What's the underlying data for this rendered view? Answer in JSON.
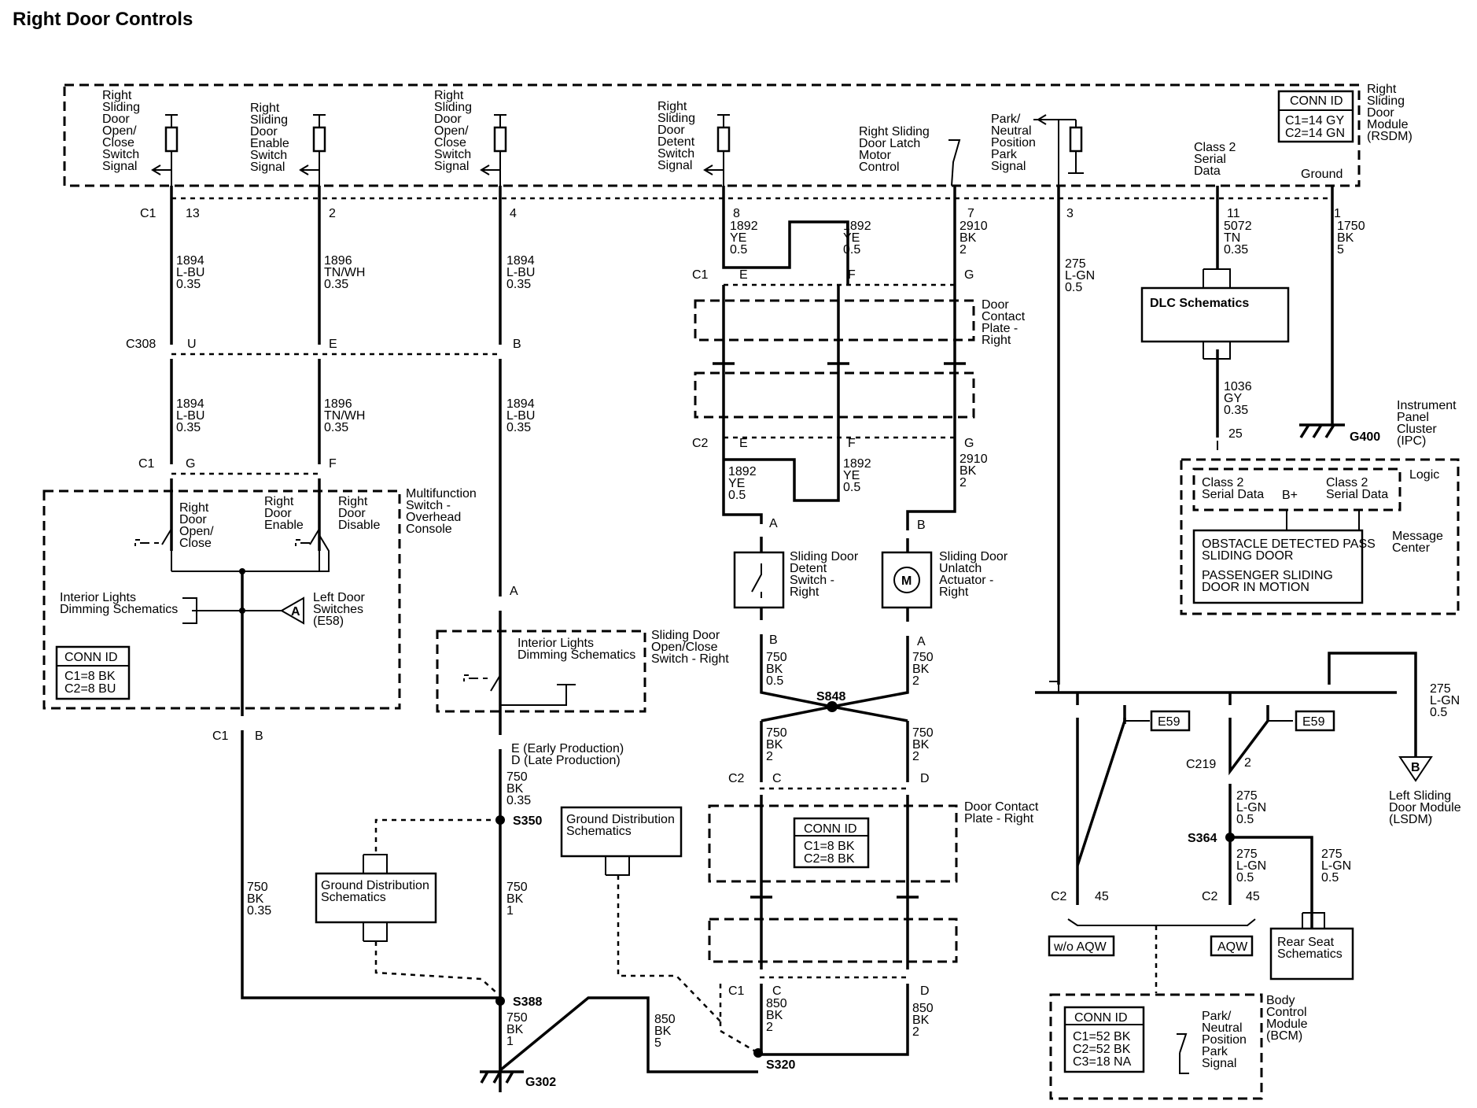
{
  "title": "Right Door Controls",
  "rsdm": {
    "module_name": "Right\nSliding\nDoor\nModule\n(RSDM)",
    "conn_id": {
      "header": "CONN ID",
      "lines": [
        "C1=14 GY",
        "C2=14 GN"
      ]
    },
    "signals": [
      {
        "label": "Right\nSliding\nDoor\nOpen/\nClose\nSwitch\nSignal",
        "pin": "13",
        "wire": "1894\nL-BU\n0.35"
      },
      {
        "label": "Right\nSliding\nDoor\nEnable\nSwitch\nSignal",
        "pin": "2",
        "wire": "1896\nTN/WH\n0.35"
      },
      {
        "label": "Right\nSliding\nDoor\nOpen/\nClose\nSwitch\nSignal",
        "pin": "4",
        "wire": "1894\nL-BU\n0.35"
      },
      {
        "label": "Right\nSliding\nDoor\nDetent\nSwitch\nSignal",
        "pin": "8",
        "wire": "1892\nYE\n0.5"
      },
      {
        "label": "Right Sliding\nDoor Latch\nMotor\nControl",
        "pin": "7",
        "wire": "2910\nBK\n2"
      },
      {
        "label": "Park/\nNeutral\nPosition\nPark\nSignal",
        "pin": "3",
        "wire": "275\nL-GN\n0.5"
      },
      {
        "label": "Class 2\nSerial\nData",
        "pin": "11",
        "wire": "5072\nTN\n0.35"
      },
      {
        "label": "Ground",
        "pin": "1",
        "wire": "1750\nBK\n5"
      }
    ],
    "c1": "C1"
  },
  "c308": {
    "name": "C308",
    "pins": [
      "U",
      "E",
      "B"
    ],
    "wires": [
      "1894\nL-BU\n0.35",
      "1896\nTN/WH\n0.35",
      "1894\nL-BU\n0.35"
    ]
  },
  "multifunction": {
    "name": "Multifunction\nSwitch -\nOverhead\nConsole",
    "c1": "C1",
    "pins": [
      "G",
      "F"
    ],
    "switches": [
      "Right\nDoor\nOpen/\nClose",
      "Right\nDoor\nEnable",
      "Right\nDoor\nDisable"
    ],
    "interior": "Interior Lights\nDimming Schematics",
    "left_door": "Left Door\nSwitches\n(E58)",
    "left_door_ref": "A",
    "conn_id": {
      "header": "CONN ID",
      "lines": [
        "C1=8 BK",
        "C2=8 BU"
      ]
    },
    "out_conn": "C1",
    "out_pin": "B",
    "out_wire": "750\nBK\n0.35"
  },
  "sliding_switch": {
    "name": "Sliding Door\nOpen/Close\nSwitch - Right",
    "interior": "Interior Lights\nDimming Schematics",
    "pin_a": "A",
    "pin_out": "E (Early Production)\nD (Late Production)",
    "out_wire": "750\nBK\n0.35"
  },
  "door_plate": {
    "name": "Door\nContact\nPlate -\nRight",
    "c1": "C1",
    "c2": "C2",
    "pins": [
      "E",
      "F",
      "G"
    ],
    "wires_top": [
      "1892\nYE\n0.5",
      "1892\nYE\n0.5",
      "2910\nBK\n2"
    ],
    "wires_bottom": [
      "1892\nYE\n0.5",
      "1892\nYE\n0.5",
      "2910\nBK\n2"
    ]
  },
  "detent_switch": {
    "name": "Sliding Door\nDetent\nSwitch -\nRight",
    "pin_top": "A",
    "pin_bottom": "B",
    "wire": "750\nBK\n0.5"
  },
  "actuator": {
    "name": "Sliding Door\nUnlatch\nActuator -\nRight",
    "pin_top": "B",
    "pin_bottom": "A",
    "wire": "750\nBK\n2",
    "symbol": "M"
  },
  "splice_s848": {
    "name": "S848",
    "wires": [
      "750\nBK\n2",
      "750\nBK\n2"
    ]
  },
  "door_plate2": {
    "name": "Door Contact\nPlate - Right",
    "c2": "C2",
    "c1": "C1",
    "pins_top": [
      "C",
      "D"
    ],
    "pins_bottom": [
      "C",
      "D"
    ],
    "conn_id": {
      "header": "CONN ID",
      "lines": [
        "C1=8 BK",
        "C2=8 BK"
      ]
    },
    "wires": [
      "850\nBK\n2",
      "850\nBK\n2"
    ]
  },
  "ground": {
    "s350": "S350",
    "s388": "S388",
    "s320": "S320",
    "g302": "G302",
    "dist_a": "Ground Distribution\nSchematics",
    "dist_b": "Ground Distribution\nSchematics",
    "wire_s350_s388": "750\nBK\n1",
    "wire_s388_g302": "750\nBK\n1",
    "wire_s320": "850\nBK\n5"
  },
  "dlc": {
    "name": "DLC Schematics",
    "wire": "1036\nGY\n0.35"
  },
  "ipc": {
    "name": "Instrument\nPanel\nCluster\n(IPC)",
    "pin": "25",
    "logic": "Logic",
    "class2_a": "Class 2\nSerial Data",
    "bplus": "B+",
    "class2_b": "Class 2\nSerial Data",
    "messages": [
      "OBSTACLE DETECTED PASS\nSLIDING DOOR",
      "PASSENGER SLIDING\nDOOR IN MOTION"
    ],
    "message_center": "Message\nCenter"
  },
  "g400": "G400",
  "bcm": {
    "name": "Body\nControl\nModule\n(BCM)",
    "conn_id": {
      "header": "CONN ID",
      "lines": [
        "C1=52 BK",
        "C2=52 BK",
        "C3=18 NA"
      ]
    },
    "signal": "Park/\nNeutral\nPosition\nPark\nSignal",
    "wo_aqw": "w/o AQW",
    "aqw": "AQW",
    "c2": "C2",
    "pin45": "45"
  },
  "e59": "E59",
  "c219": {
    "name": "C219",
    "pin": "2",
    "wire": "275\nL-GN\n0.5"
  },
  "s364": {
    "name": "S364",
    "wire_down": "275\nL-GN\n0.5",
    "wire_right": "275\nL-GN\n0.5"
  },
  "rear_seat": "Rear Seat\nSchematics",
  "lsdm": {
    "name": "Left Sliding\nDoor Module\n(LSDM)",
    "ref": "B",
    "wire": "275\nL-GN\n0.5"
  }
}
